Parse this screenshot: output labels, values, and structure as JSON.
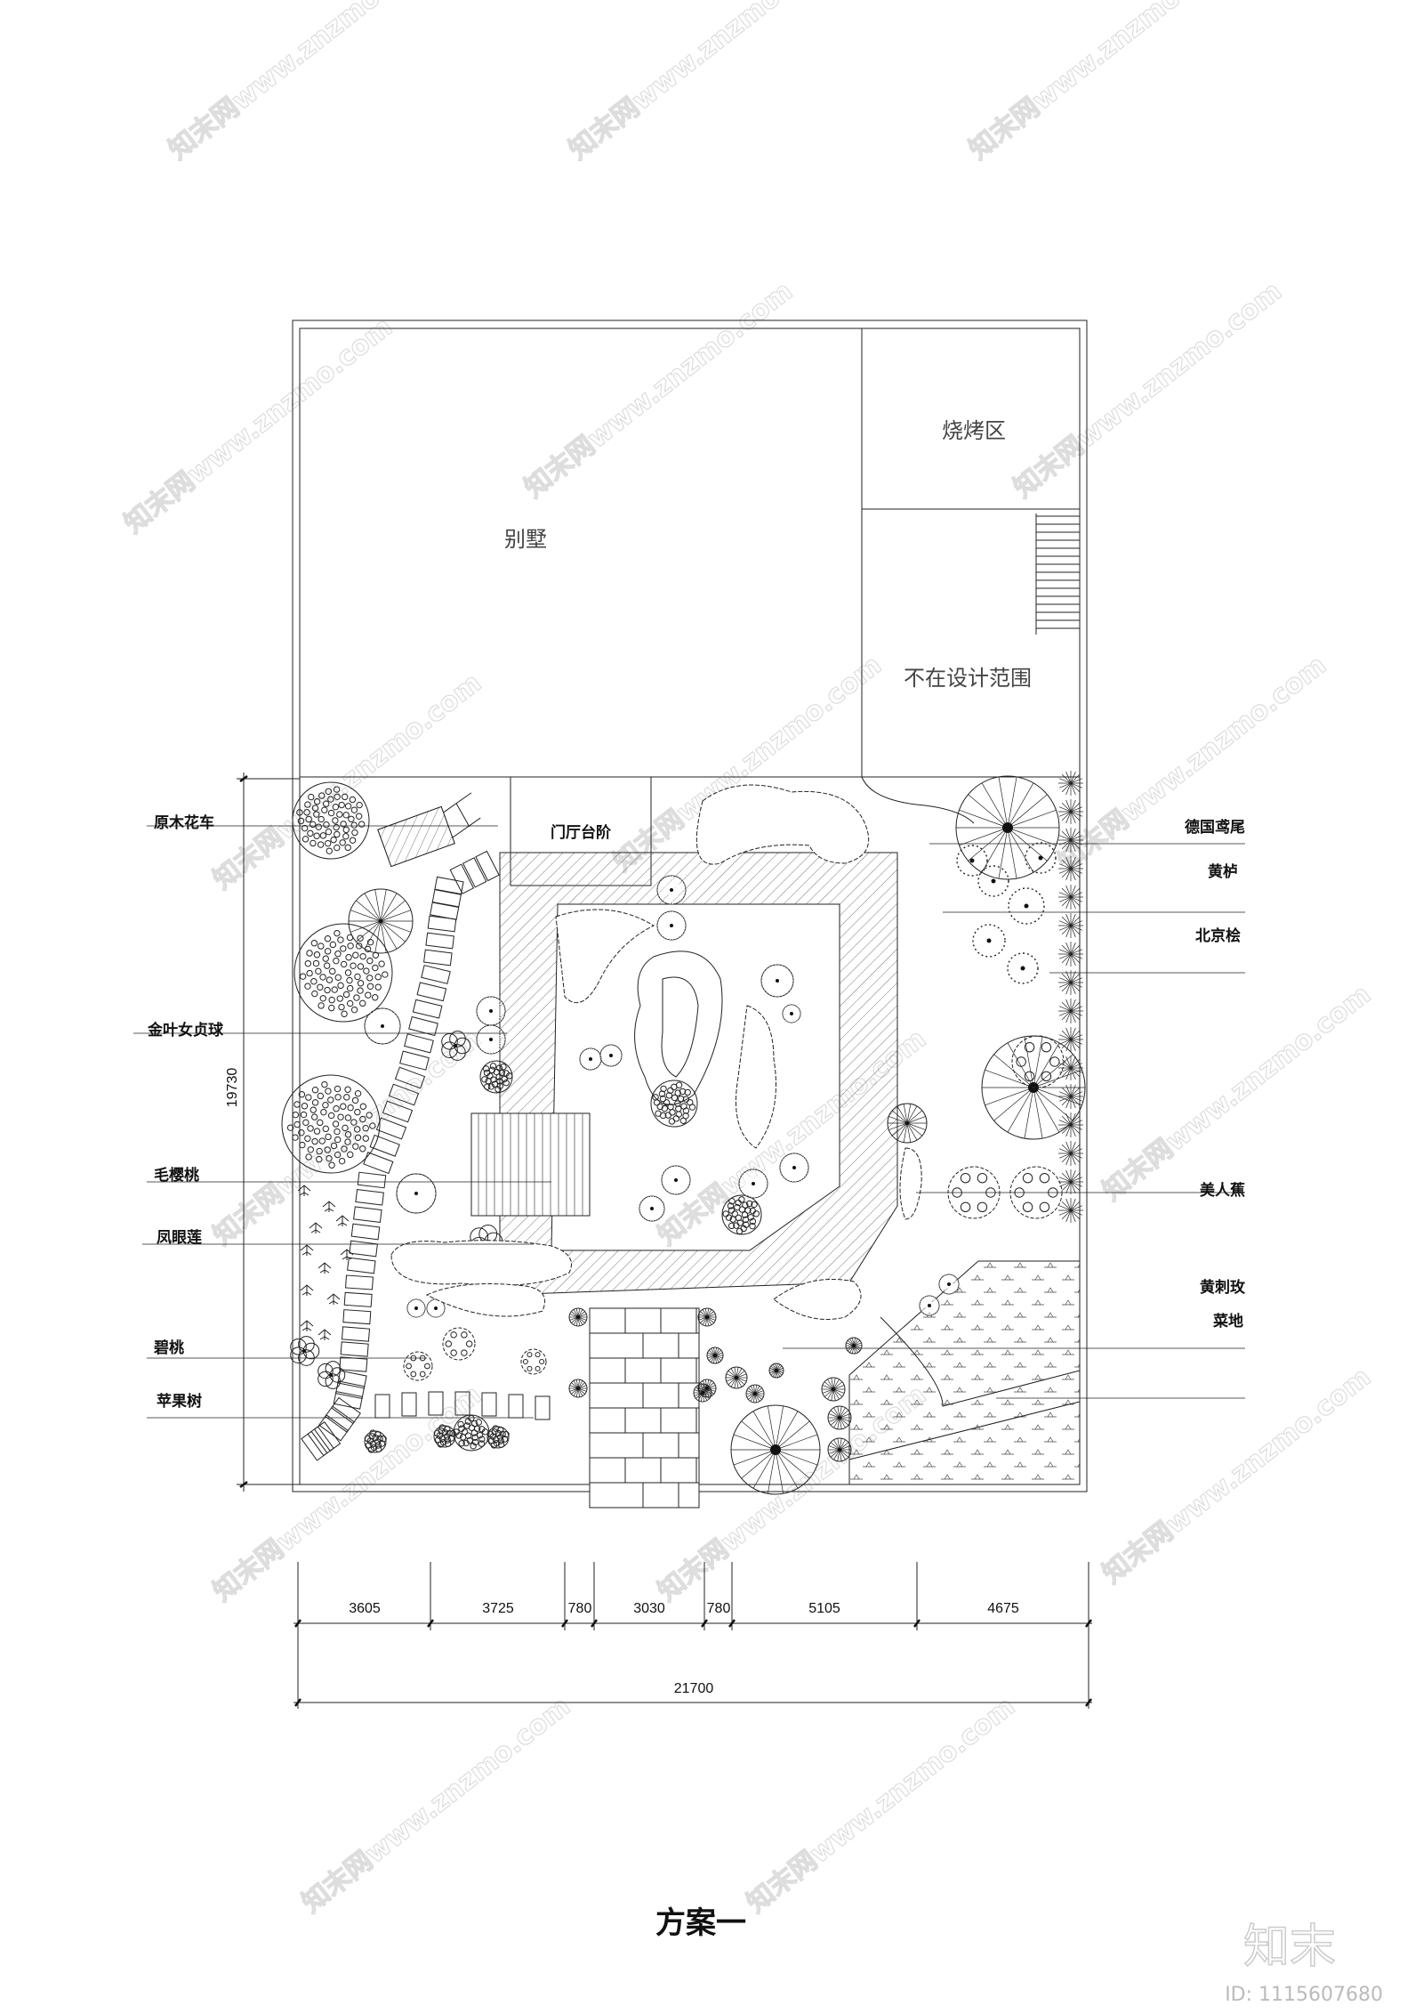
{
  "zones": {
    "villa": "别墅",
    "bbq": "烧烤区",
    "out_of_scope": "不在设计范围",
    "entrance_steps": "门厅台阶"
  },
  "left_labels": [
    "原木花车",
    "金叶女贞球",
    "毛樱桃",
    "凤眼莲",
    "碧桃",
    "苹果树"
  ],
  "right_labels": [
    "德国鸢尾",
    "黄栌",
    "北京桧",
    "美人蕉",
    "黄刺玫",
    "菜地"
  ],
  "dimensions": {
    "segments": [
      "3605",
      "3725",
      "780",
      "3030",
      "780",
      "5105",
      "4675"
    ],
    "total_width": "21700",
    "height": "19730"
  },
  "title": "方案一",
  "watermark": {
    "text": "知末网www.znzmo.com",
    "logo": "知末",
    "id": "ID: 1115607680"
  },
  "colors": {
    "line": "#222222",
    "hatch": "#b0b0b0",
    "watermark": "#dddddd"
  }
}
